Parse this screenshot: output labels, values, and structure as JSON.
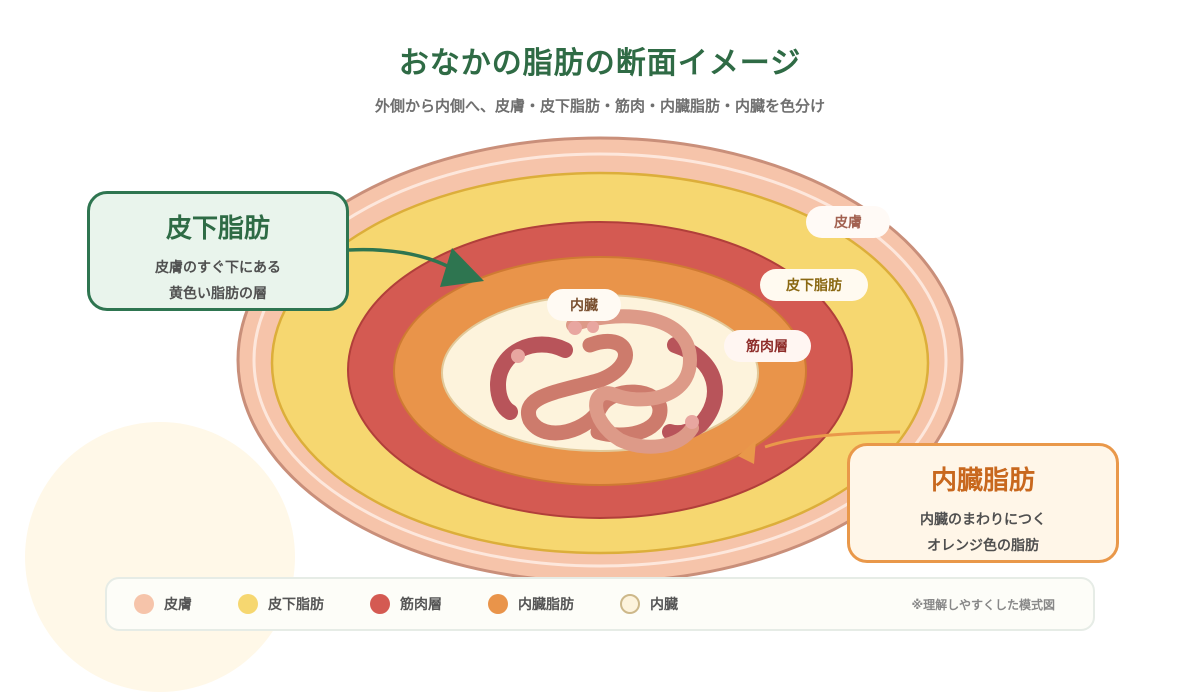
{
  "title": "おなかの脂肪の断面イメージ",
  "subtitle": "外側から内側へ、皮膚・皮下脂肪・筋肉・内臓脂肪・内臓を色分け",
  "labels": {
    "skin": "皮膚",
    "subcutaneous": "皮下脂肪",
    "muscle": "筋肉層",
    "organs": "内臓"
  },
  "callouts": {
    "subcutaneous": {
      "title": "皮下脂肪",
      "line1": "皮膚のすぐ下にある",
      "line2": "黄色い脂肪の層"
    },
    "visceral": {
      "title": "内臓脂肪",
      "line1": "内臓のまわりにつく",
      "line2": "オレンジ色の脂肪"
    }
  },
  "legend": {
    "items": [
      {
        "label": "皮膚",
        "color": "#f6c4aa"
      },
      {
        "label": "皮下脂肪",
        "color": "#f6d770"
      },
      {
        "label": "筋肉層",
        "color": "#d45a52"
      },
      {
        "label": "内臓脂肪",
        "color": "#e9944a"
      },
      {
        "label": "内臓",
        "color": "#fdf3dc"
      }
    ],
    "note": "※理解しやすくした模式図"
  },
  "colors": {
    "skin": "#f6c4aa",
    "subcutaneous": "#f6d770",
    "muscle": "#d45a52",
    "visceral": "#e9944a",
    "organs": "#fdf3dc",
    "title": "#2f6b45"
  }
}
